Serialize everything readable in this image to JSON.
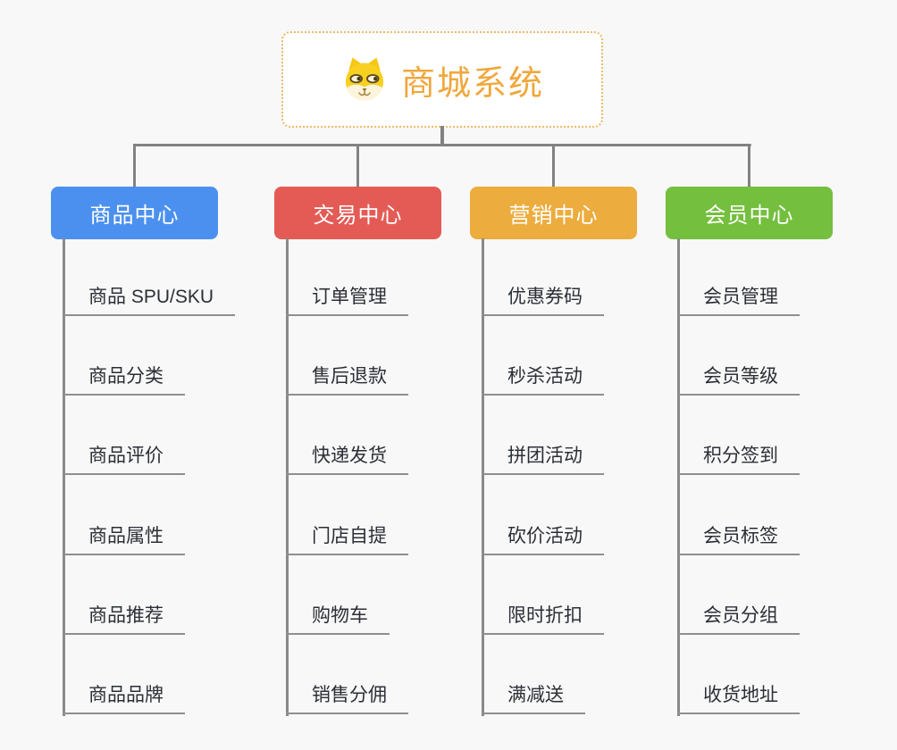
{
  "page": {
    "background_color": "#f8f8f8",
    "connector_color": "#828282"
  },
  "root": {
    "title": "商城系统",
    "title_color": "#f0a73c",
    "border_color": "#edb867",
    "icon": "dog-face-icon"
  },
  "branches": [
    {
      "label": "商品中心",
      "color": "#4b90ee",
      "children": [
        "商品 SPU/SKU",
        "商品分类",
        "商品评价",
        "商品属性",
        "商品推荐",
        "商品品牌"
      ]
    },
    {
      "label": "交易中心",
      "color": "#e45b55",
      "children": [
        "订单管理",
        "售后退款",
        "快递发货",
        "门店自提",
        "购物车",
        "销售分佣"
      ]
    },
    {
      "label": "营销中心",
      "color": "#ecac3e",
      "children": [
        "优惠券码",
        "秒杀活动",
        "拼团活动",
        "砍价活动",
        "限时折扣",
        "满减送"
      ]
    },
    {
      "label": "会员中心",
      "color": "#74bf3e",
      "children": [
        "会员管理",
        "会员等级",
        "积分签到",
        "会员标签",
        "会员分组",
        "收货地址"
      ]
    }
  ]
}
